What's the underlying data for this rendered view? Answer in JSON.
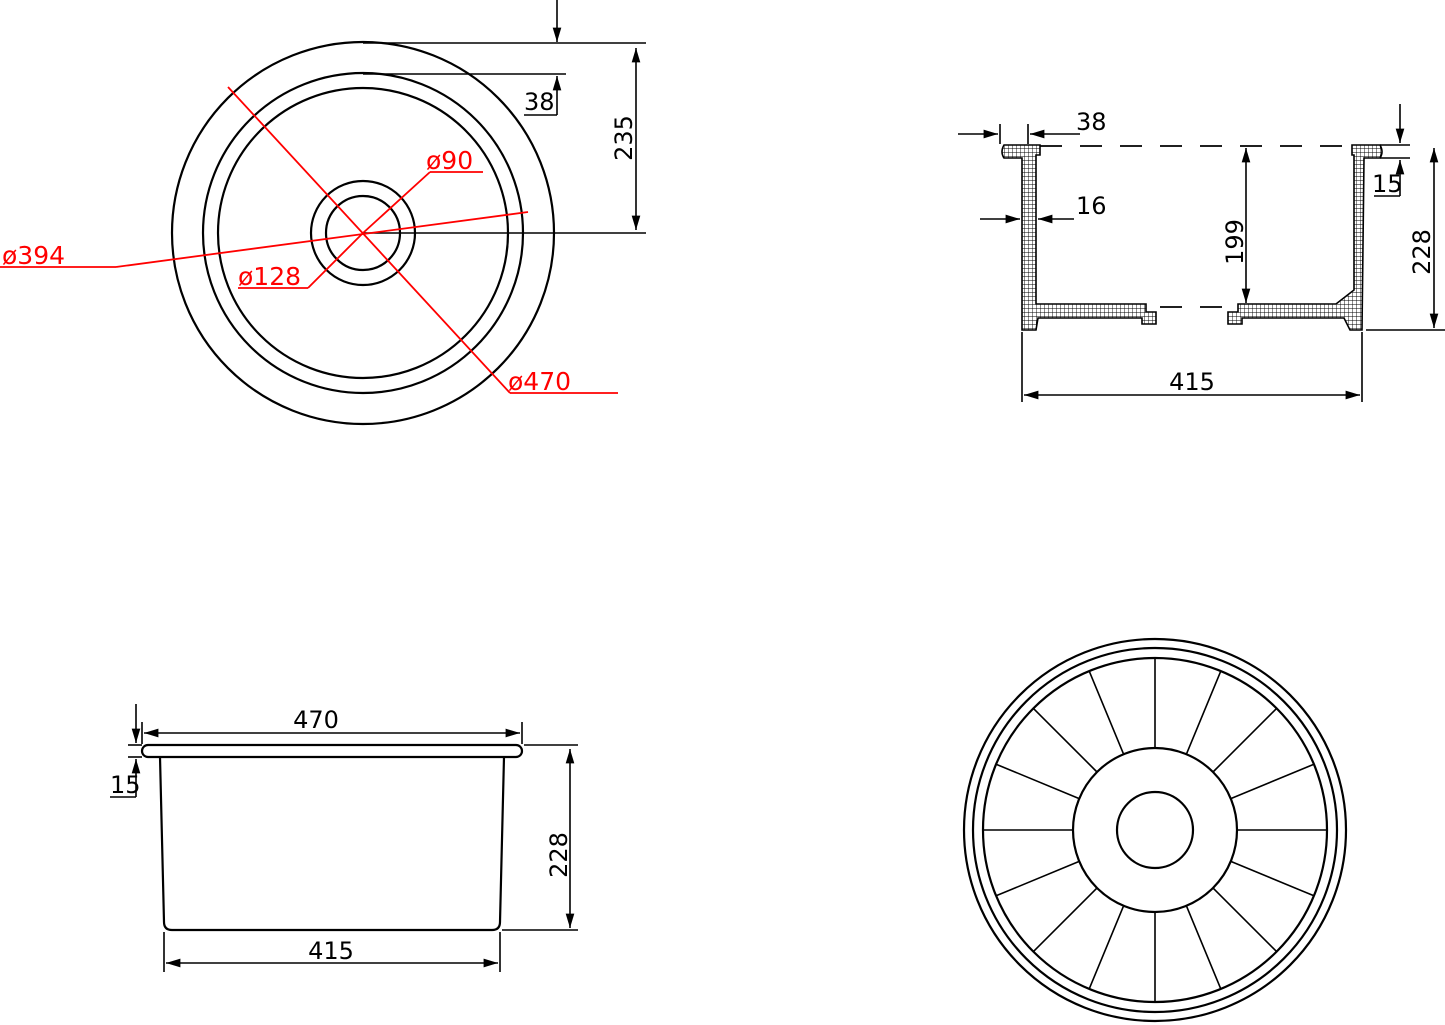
{
  "top_view": {
    "dim_flange_width": "38",
    "dim_radius": "235",
    "dia_drain_inner": "ø90",
    "dia_bowl": "ø394",
    "dia_drain_outer": "ø128",
    "dia_outer": "ø470"
  },
  "section_view": {
    "dim_flange": "38",
    "dim_wall": "16",
    "dim_rim": "15",
    "dim_inner_depth": "199",
    "dim_total_depth": "228",
    "dim_bottom_width": "415"
  },
  "side_view": {
    "dim_top_width": "470",
    "dim_rim": "15",
    "dim_height": "228",
    "dim_bottom_width": "415"
  },
  "bottom_view": {
    "rib_count": 16,
    "icon": "ribbed-bottom-icon"
  },
  "colors": {
    "line": "#000000",
    "annotation": "#ff0000",
    "background": "#ffffff"
  }
}
